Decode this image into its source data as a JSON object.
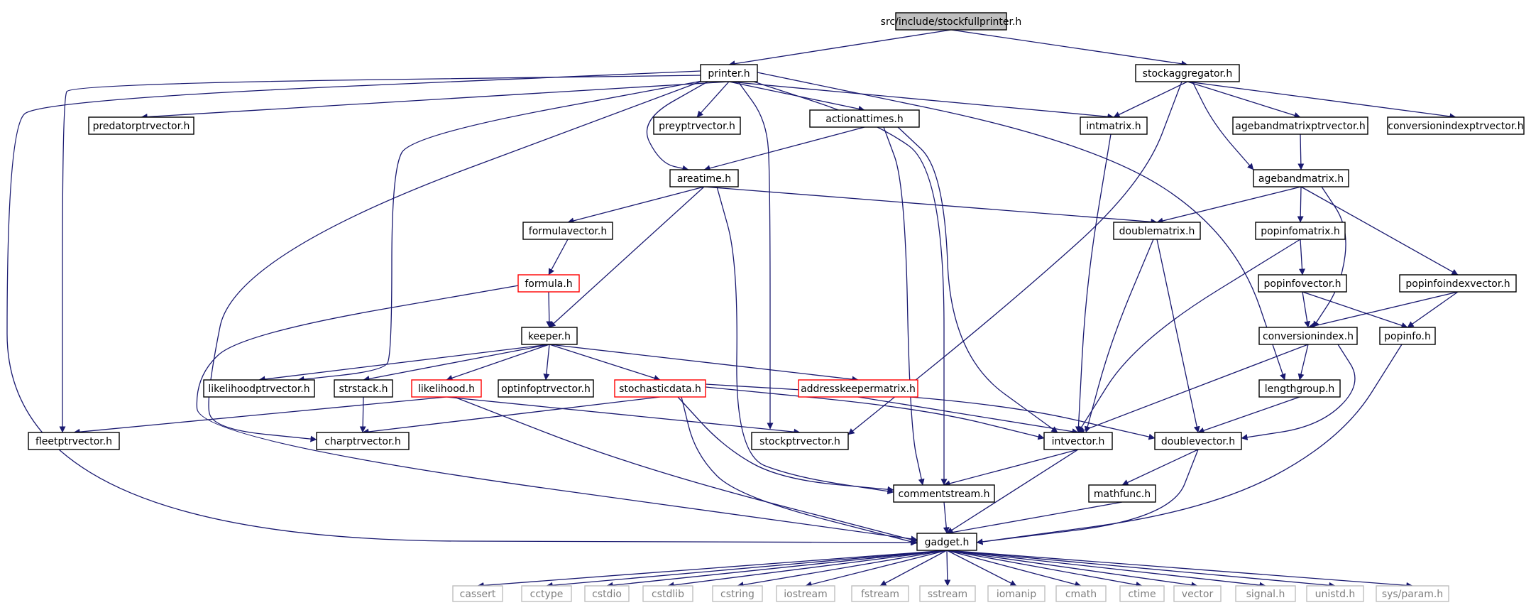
{
  "colors": {
    "edge": "#191970",
    "border_default": "#000000",
    "border_truncated": "#ff0000",
    "border_external": "#bfbfbf",
    "fill_root": "#bfbfbf",
    "fill_default": "#ffffff",
    "text_default": "#000000",
    "text_external": "#7f7f7f"
  },
  "nodes": [
    {
      "id": "root",
      "label": "src/include/stockfullprinter.h",
      "kind": "root"
    },
    {
      "id": "printer",
      "label": "printer.h",
      "kind": "default"
    },
    {
      "id": "stockaggregator",
      "label": "stockaggregator.h",
      "kind": "default"
    },
    {
      "id": "predatorptrvector",
      "label": "predatorptrvector.h",
      "kind": "default"
    },
    {
      "id": "preyptrvector",
      "label": "preyptrvector.h",
      "kind": "default"
    },
    {
      "id": "actionattimes",
      "label": "actionattimes.h",
      "kind": "default"
    },
    {
      "id": "intmatrix",
      "label": "intmatrix.h",
      "kind": "default"
    },
    {
      "id": "agebandmatrixptrvector",
      "label": "agebandmatrixptrvector.h",
      "kind": "default"
    },
    {
      "id": "conversionindexptrvector",
      "label": "conversionindexptrvector.h",
      "kind": "default"
    },
    {
      "id": "areatime",
      "label": "areatime.h",
      "kind": "default"
    },
    {
      "id": "agebandmatrix",
      "label": "agebandmatrix.h",
      "kind": "default"
    },
    {
      "id": "formulavector",
      "label": "formulavector.h",
      "kind": "default"
    },
    {
      "id": "doublematrix",
      "label": "doublematrix.h",
      "kind": "default"
    },
    {
      "id": "popinfomatrix",
      "label": "popinfomatrix.h",
      "kind": "default"
    },
    {
      "id": "formula",
      "label": "formula.h",
      "kind": "truncated"
    },
    {
      "id": "popinfovector",
      "label": "popinfovector.h",
      "kind": "default"
    },
    {
      "id": "popinfoindexvector",
      "label": "popinfoindexvector.h",
      "kind": "default"
    },
    {
      "id": "keeper",
      "label": "keeper.h",
      "kind": "default"
    },
    {
      "id": "conversionindex",
      "label": "conversionindex.h",
      "kind": "default"
    },
    {
      "id": "popinfo",
      "label": "popinfo.h",
      "kind": "default"
    },
    {
      "id": "likelihoodptrvector",
      "label": "likelihoodptrvector.h",
      "kind": "default"
    },
    {
      "id": "strstack",
      "label": "strstack.h",
      "kind": "default"
    },
    {
      "id": "likelihood",
      "label": "likelihood.h",
      "kind": "truncated"
    },
    {
      "id": "optinfoptrvector",
      "label": "optinfoptrvector.h",
      "kind": "default"
    },
    {
      "id": "stochasticdata",
      "label": "stochasticdata.h",
      "kind": "truncated"
    },
    {
      "id": "addresskeepermatrix",
      "label": "addresskeepermatrix.h",
      "kind": "truncated"
    },
    {
      "id": "lengthgroup",
      "label": "lengthgroup.h",
      "kind": "default"
    },
    {
      "id": "fleetptrvector",
      "label": "fleetptrvector.h",
      "kind": "default"
    },
    {
      "id": "charptrvector",
      "label": "charptrvector.h",
      "kind": "default"
    },
    {
      "id": "stockptrvector",
      "label": "stockptrvector.h",
      "kind": "default"
    },
    {
      "id": "intvector",
      "label": "intvector.h",
      "kind": "default"
    },
    {
      "id": "doublevector",
      "label": "doublevector.h",
      "kind": "default"
    },
    {
      "id": "mathfunc",
      "label": "mathfunc.h",
      "kind": "default"
    },
    {
      "id": "commentstream",
      "label": "commentstream.h",
      "kind": "default"
    },
    {
      "id": "gadget",
      "label": "gadget.h",
      "kind": "default"
    },
    {
      "id": "cassert",
      "label": "cassert",
      "kind": "external"
    },
    {
      "id": "cctype",
      "label": "cctype",
      "kind": "external"
    },
    {
      "id": "cstdio",
      "label": "cstdio",
      "kind": "external"
    },
    {
      "id": "cstdlib",
      "label": "cstdlib",
      "kind": "external"
    },
    {
      "id": "cstring",
      "label": "cstring",
      "kind": "external"
    },
    {
      "id": "iostream",
      "label": "iostream",
      "kind": "external"
    },
    {
      "id": "fstream",
      "label": "fstream",
      "kind": "external"
    },
    {
      "id": "sstream",
      "label": "sstream",
      "kind": "external"
    },
    {
      "id": "iomanip",
      "label": "iomanip",
      "kind": "external"
    },
    {
      "id": "cmath",
      "label": "cmath",
      "kind": "external"
    },
    {
      "id": "ctime",
      "label": "ctime",
      "kind": "external"
    },
    {
      "id": "vector",
      "label": "vector",
      "kind": "external"
    },
    {
      "id": "signal",
      "label": "signal.h",
      "kind": "external"
    },
    {
      "id": "unistd",
      "label": "unistd.h",
      "kind": "external"
    },
    {
      "id": "sysparam",
      "label": "sys/param.h",
      "kind": "external"
    }
  ],
  "edges": [
    [
      "root",
      "printer"
    ],
    [
      "root",
      "stockaggregator"
    ],
    [
      "printer",
      "predatorptrvector"
    ],
    [
      "printer",
      "preyptrvector"
    ],
    [
      "printer",
      "actionattimes"
    ],
    [
      "printer",
      "intmatrix"
    ],
    [
      "printer",
      "areatime"
    ],
    [
      "printer",
      "fleetptrvector"
    ],
    [
      "printer",
      "gadget"
    ],
    [
      "printer",
      "likelihoodptrvector"
    ],
    [
      "printer",
      "charptrvector"
    ],
    [
      "printer",
      "stockptrvector"
    ],
    [
      "printer",
      "commentstream"
    ],
    [
      "printer",
      "lengthgroup"
    ],
    [
      "stockaggregator",
      "intmatrix"
    ],
    [
      "stockaggregator",
      "agebandmatrixptrvector"
    ],
    [
      "stockaggregator",
      "conversionindexptrvector"
    ],
    [
      "stockaggregator",
      "agebandmatrix"
    ],
    [
      "stockaggregator",
      "stockptrvector"
    ],
    [
      "actionattimes",
      "areatime"
    ],
    [
      "actionattimes",
      "commentstream"
    ],
    [
      "actionattimes",
      "intvector"
    ],
    [
      "intmatrix",
      "intvector"
    ],
    [
      "agebandmatrixptrvector",
      "agebandmatrix"
    ],
    [
      "areatime",
      "formulavector"
    ],
    [
      "areatime",
      "keeper"
    ],
    [
      "areatime",
      "doublematrix"
    ],
    [
      "areatime",
      "commentstream"
    ],
    [
      "agebandmatrix",
      "doublematrix"
    ],
    [
      "agebandmatrix",
      "popinfomatrix"
    ],
    [
      "agebandmatrix",
      "popinfoindexvector"
    ],
    [
      "agebandmatrix",
      "conversionindex"
    ],
    [
      "formulavector",
      "formula"
    ],
    [
      "formula",
      "keeper"
    ],
    [
      "formula",
      "gadget"
    ],
    [
      "doublematrix",
      "intvector"
    ],
    [
      "doublematrix",
      "doublevector"
    ],
    [
      "popinfomatrix",
      "popinfovector"
    ],
    [
      "popinfomatrix",
      "intvector"
    ],
    [
      "popinfovector",
      "conversionindex"
    ],
    [
      "popinfovector",
      "popinfo"
    ],
    [
      "popinfoindexvector",
      "conversionindex"
    ],
    [
      "popinfoindexvector",
      "popinfo"
    ],
    [
      "keeper",
      "likelihoodptrvector"
    ],
    [
      "keeper",
      "strstack"
    ],
    [
      "keeper",
      "likelihood"
    ],
    [
      "keeper",
      "optinfoptrvector"
    ],
    [
      "keeper",
      "stochasticdata"
    ],
    [
      "keeper",
      "addresskeepermatrix"
    ],
    [
      "conversionindex",
      "lengthgroup"
    ],
    [
      "conversionindex",
      "intvector"
    ],
    [
      "conversionindex",
      "doublevector"
    ],
    [
      "popinfo",
      "gadget"
    ],
    [
      "strstack",
      "charptrvector"
    ],
    [
      "likelihood",
      "fleetptrvector"
    ],
    [
      "likelihood",
      "stockptrvector"
    ],
    [
      "likelihood",
      "gadget"
    ],
    [
      "stochasticdata",
      "charptrvector"
    ],
    [
      "stochasticdata",
      "intvector"
    ],
    [
      "stochasticdata",
      "doublevector"
    ],
    [
      "stochasticdata",
      "commentstream"
    ],
    [
      "stochasticdata",
      "gadget"
    ],
    [
      "addresskeepermatrix",
      "intvector"
    ],
    [
      "lengthgroup",
      "doublevector"
    ],
    [
      "intvector",
      "commentstream"
    ],
    [
      "intvector",
      "gadget"
    ],
    [
      "doublevector",
      "mathfunc"
    ],
    [
      "doublevector",
      "gadget"
    ],
    [
      "mathfunc",
      "gadget"
    ],
    [
      "commentstream",
      "gadget"
    ],
    [
      "gadget",
      "cassert"
    ],
    [
      "gadget",
      "cctype"
    ],
    [
      "gadget",
      "cstdio"
    ],
    [
      "gadget",
      "cstdlib"
    ],
    [
      "gadget",
      "cstring"
    ],
    [
      "gadget",
      "iostream"
    ],
    [
      "gadget",
      "fstream"
    ],
    [
      "gadget",
      "sstream"
    ],
    [
      "gadget",
      "iomanip"
    ],
    [
      "gadget",
      "cmath"
    ],
    [
      "gadget",
      "ctime"
    ],
    [
      "gadget",
      "vector"
    ],
    [
      "gadget",
      "signal"
    ],
    [
      "gadget",
      "unistd"
    ],
    [
      "gadget",
      "sysparam"
    ]
  ]
}
